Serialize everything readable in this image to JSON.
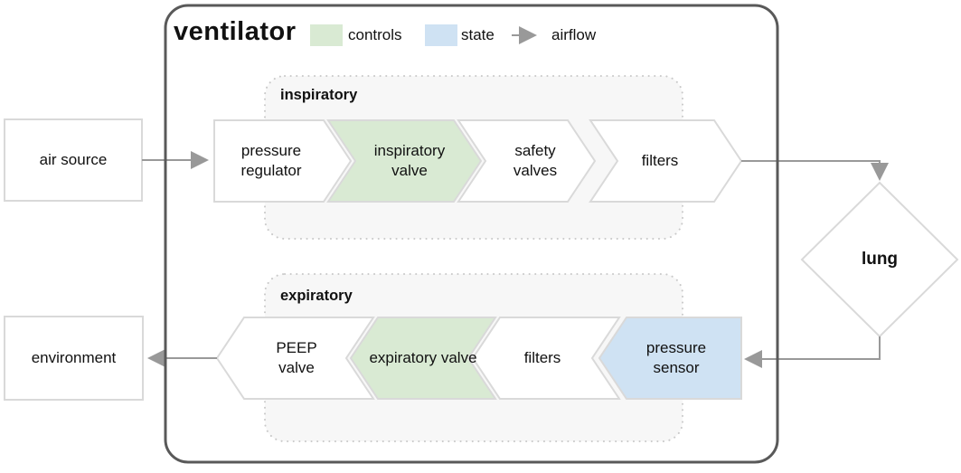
{
  "title": "ventilator",
  "legend": {
    "controls_label": "controls",
    "state_label": "state",
    "airflow_label": "airflow"
  },
  "external": {
    "air_source": "air source",
    "environment": "environment",
    "lung": "lung"
  },
  "groups": {
    "inspiratory": {
      "label": "inspiratory",
      "items": [
        {
          "label": "pressure regulator",
          "type": "plain"
        },
        {
          "label": "inspiratory valve",
          "type": "controls"
        },
        {
          "label": "safety valves",
          "type": "plain"
        },
        {
          "label": "filters",
          "type": "plain"
        }
      ]
    },
    "expiratory": {
      "label": "expiratory",
      "items": [
        {
          "label": "PEEP valve",
          "type": "plain"
        },
        {
          "label": "expiratory valve",
          "type": "controls"
        },
        {
          "label": "filters",
          "type": "plain"
        },
        {
          "label": "pressure sensor",
          "type": "state"
        }
      ]
    }
  },
  "colors": {
    "controls_fill": "#d9ead3",
    "state_fill": "#cfe2f3",
    "shape_stroke": "#d9d9d9",
    "group_fill": "#f7f7f7",
    "group_border": "#c9c9c9",
    "frame_border": "#595959",
    "arrow": "#999999"
  }
}
